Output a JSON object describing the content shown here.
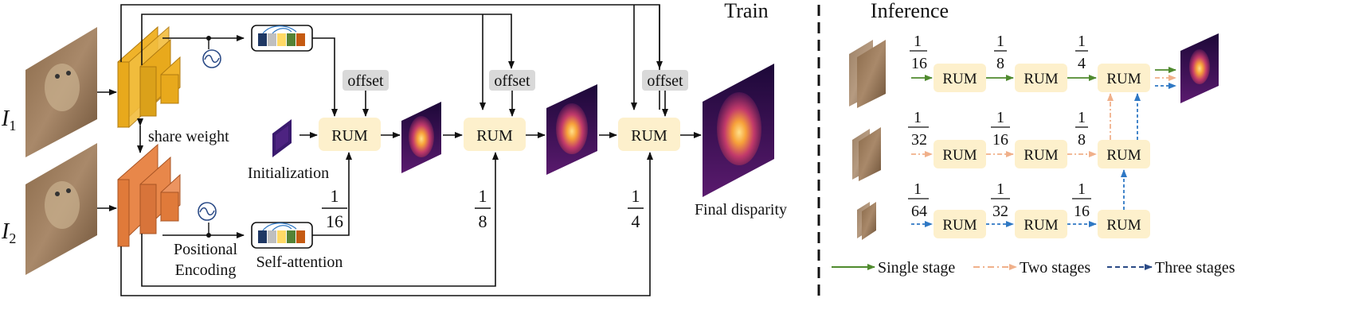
{
  "train": {
    "title": "Train",
    "input_labels": [
      {
        "main": "I",
        "sub": "1"
      },
      {
        "main": "I",
        "sub": "2"
      }
    ],
    "share_weight": "share weight",
    "positional_encoding": [
      "Positional",
      "Encoding"
    ],
    "self_attention": "Self-attention",
    "initialization": "Initialization",
    "offset_label": "offset",
    "rum_label": "RUM",
    "fractions": [
      {
        "num": "1",
        "den": "16"
      },
      {
        "num": "1",
        "den": "8"
      },
      {
        "num": "1",
        "den": "4"
      }
    ],
    "final_disparity": "Final disparity"
  },
  "inference": {
    "title": "Inference",
    "rows": [
      {
        "fractions": [
          {
            "num": "1",
            "den": "16"
          },
          {
            "num": "1",
            "den": "8"
          },
          {
            "num": "1",
            "den": "4"
          }
        ]
      },
      {
        "fractions": [
          {
            "num": "1",
            "den": "32"
          },
          {
            "num": "1",
            "den": "16"
          },
          {
            "num": "1",
            "den": "8"
          }
        ]
      },
      {
        "fractions": [
          {
            "num": "1",
            "den": "64"
          },
          {
            "num": "1",
            "den": "32"
          },
          {
            "num": "1",
            "den": "16"
          }
        ]
      }
    ],
    "rum_label": "RUM",
    "legend": [
      {
        "label": "Single stage",
        "color": "#4f8a2e",
        "style": "solid"
      },
      {
        "label": "Two stages",
        "color": "#f0b08a",
        "style": "dashdot"
      },
      {
        "label": "Three stages",
        "color": "#2f78c4",
        "style": "dashed"
      }
    ]
  },
  "colors": {
    "encoder_yellow": "#f0b32a",
    "encoder_orange": "#e8874a",
    "rum_fill": "#fdf0cc",
    "offset_fill": "#d9d9d9",
    "green": "#4f8a2e",
    "peach": "#f0b08a",
    "blue": "#2f78c4"
  }
}
